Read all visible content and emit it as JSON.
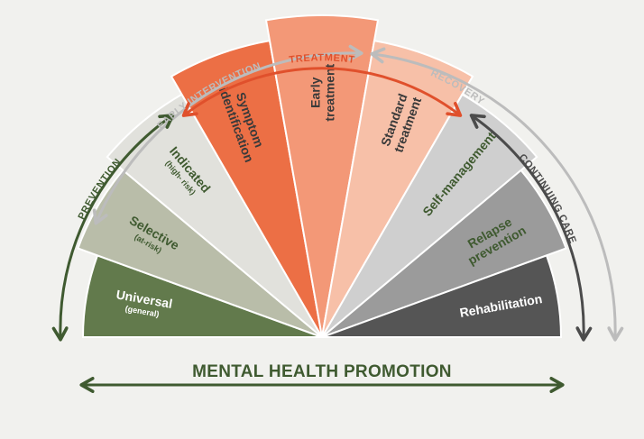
{
  "colors": {
    "background": "#f1f1ee",
    "green_dark": "#3f5a30",
    "treatment_red": "#e0502c",
    "arrow_gray": "#bcbcbc",
    "continuing_dark": "#4b4b4b"
  },
  "segments": [
    {
      "label": "Universal",
      "sub": "(general)",
      "color": "#627a4c",
      "text_color": "#ffffff"
    },
    {
      "label": "Selective",
      "sub": "(at-risk)",
      "color": "#b9bda9",
      "text_color": "#3f5a30"
    },
    {
      "label": "Indicated",
      "sub": "(high- risk)",
      "color": "#e1e1dc",
      "text_color": "#3f5a30"
    },
    {
      "label": "Symptom identification",
      "sub": "",
      "color": "#ec6f45",
      "text_color": "#3a3a3a"
    },
    {
      "label": "Early treatment",
      "sub": "",
      "color": "#f39877",
      "text_color": "#3a3a3a"
    },
    {
      "label": "Standard treatment",
      "sub": "",
      "color": "#f7c0a8",
      "text_color": "#3a3a3a"
    },
    {
      "label": "Self-management",
      "sub": "",
      "color": "#cfcfcf",
      "text_color": "#3f5a30"
    },
    {
      "label": "Relapse prevention",
      "sub": "",
      "color": "#9b9b9b",
      "text_color": "#3f5a30"
    },
    {
      "label": "Rehabilitation",
      "sub": "",
      "color": "#555555",
      "text_color": "#ffffff"
    }
  ],
  "arcs": {
    "early_intervention": "EARLY INTERVENTION",
    "treatment": "TREATMENT",
    "recovery": "RECOVERY",
    "prevention": "PREVENTION",
    "continuing_care": "CONTINUING CARE"
  },
  "promotion": "MENTAL HEALTH PROMOTION"
}
